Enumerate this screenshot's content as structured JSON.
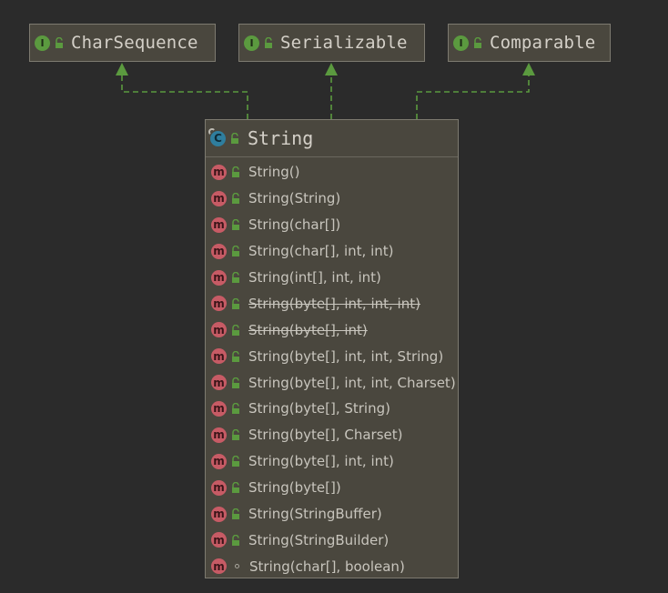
{
  "interfaces": [
    {
      "name": "CharSequence",
      "icon": "interface-icon"
    },
    {
      "name": "Serializable",
      "icon": "interface-icon"
    },
    {
      "name": "Comparable",
      "icon": "interface-icon"
    }
  ],
  "class_box": {
    "name": "String",
    "icon": "class-icon",
    "badge_letters": {
      "interface": "I",
      "class": "C",
      "method": "m"
    },
    "methods": [
      {
        "label": "String()",
        "deprecated": false,
        "visibility": "public"
      },
      {
        "label": "String(String)",
        "deprecated": false,
        "visibility": "public"
      },
      {
        "label": "String(char[])",
        "deprecated": false,
        "visibility": "public"
      },
      {
        "label": "String(char[], int, int)",
        "deprecated": false,
        "visibility": "public"
      },
      {
        "label": "String(int[], int, int)",
        "deprecated": false,
        "visibility": "public"
      },
      {
        "label": "String(byte[], int, int, int)",
        "deprecated": true,
        "visibility": "public"
      },
      {
        "label": "String(byte[], int)",
        "deprecated": true,
        "visibility": "public"
      },
      {
        "label": "String(byte[], int, int, String)",
        "deprecated": false,
        "visibility": "public"
      },
      {
        "label": "String(byte[], int, int, Charset)",
        "deprecated": false,
        "visibility": "public"
      },
      {
        "label": "String(byte[], String)",
        "deprecated": false,
        "visibility": "public"
      },
      {
        "label": "String(byte[], Charset)",
        "deprecated": false,
        "visibility": "public"
      },
      {
        "label": "String(byte[], int, int)",
        "deprecated": false,
        "visibility": "public"
      },
      {
        "label": "String(byte[])",
        "deprecated": false,
        "visibility": "public"
      },
      {
        "label": "String(StringBuffer)",
        "deprecated": false,
        "visibility": "public"
      },
      {
        "label": "String(StringBuilder)",
        "deprecated": false,
        "visibility": "public"
      },
      {
        "label": "String(char[], boolean)",
        "deprecated": false,
        "visibility": "package-private"
      }
    ]
  },
  "colors": {
    "background": "#2b2b2b",
    "node_fill": "#4a473e",
    "node_border": "#7d7a70",
    "edge": "#5b9a3f",
    "interface_badge": "#5b9a3f",
    "class_badge": "#2f7e9e",
    "method_badge": "#c75b65"
  },
  "edges": [
    {
      "from": "String",
      "to": "CharSequence",
      "style": "dashed",
      "type": "implements"
    },
    {
      "from": "String",
      "to": "Serializable",
      "style": "dashed",
      "type": "implements"
    },
    {
      "from": "String",
      "to": "Comparable",
      "style": "dashed",
      "type": "implements"
    }
  ]
}
